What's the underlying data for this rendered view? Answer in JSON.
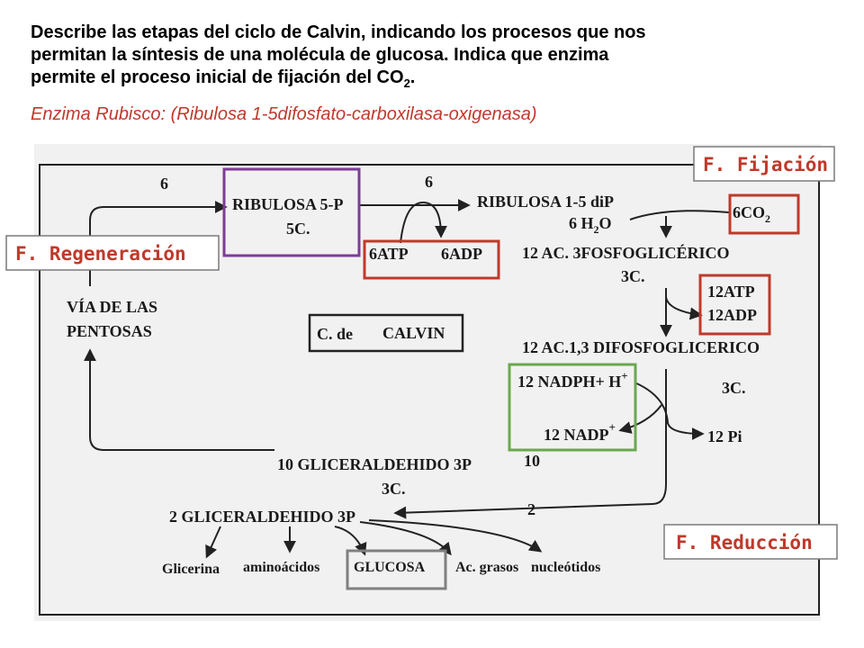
{
  "question": {
    "line1": "Describe las etapas del ciclo de Calvin, indicando los procesos que nos",
    "line2": "permitan la síntesis de una molécula de glucosa. Indica que enzima",
    "line3_pre": "permite el proceso inicial de fijación del CO",
    "line3_sub": "2",
    "line3_post": ".",
    "enzyme": "Enzima Rubisco: (Ribulosa 1-5difosfato-carboxilasa-oxigenasa)"
  },
  "phase_labels": {
    "fijacion": "F. Fijación",
    "regeneracion": "F. Regeneración",
    "reduccion": "F. Reducción"
  },
  "diagram": {
    "num_6_left": "6",
    "num_6_right": "6",
    "ribulosa5p": "RIBULOSA 5-P",
    "ribulosa5p_c": "5C.",
    "ribulosa15": "RIBULOSA 1-5 diP",
    "h2o": "6 H",
    "h2o_sub": "2",
    "h2o_o": "O",
    "co2": "6CO",
    "co2_sub": "2",
    "atp6": "6ATP",
    "adp6": "6ADP",
    "acido3pg": "12 AC. 3FOSFOGLICÉRICO",
    "acido3pg_c": "3C.",
    "atp12": "12ATP",
    "adp12": "12ADP",
    "via1": "VÍA DE LAS",
    "via2": "PENTOSAS",
    "calvin_c": "C.  de",
    "calvin": "CALVIN",
    "difosfo": "12 AC.1,3 DIFOSFOGLICERICO",
    "difosfo_c": "3C.",
    "nadph": "12 NADPH+ H",
    "nadph_plus": "+",
    "nadp": "12 NADP",
    "nadp_plus": "+",
    "pi": "12 Pi",
    "glic10": "10 GLICERALDEHIDO 3P",
    "num10": "10",
    "glic10_c": "3C.",
    "num2": "2",
    "glic2": "2 GLICERALDEHIDO 3P",
    "glicerina": "Glicerina",
    "aminoacidos": "aminoácidos",
    "glucosa": "GLUCOSA",
    "acgrasos": "Ac. grasos",
    "nucleotidos": "nucleótidos"
  },
  "colors": {
    "label_text": "#c0392b",
    "box_red": "#c0392b",
    "box_purple": "#7d3c98",
    "box_green": "#6aa84f",
    "box_gray": "#808080"
  }
}
